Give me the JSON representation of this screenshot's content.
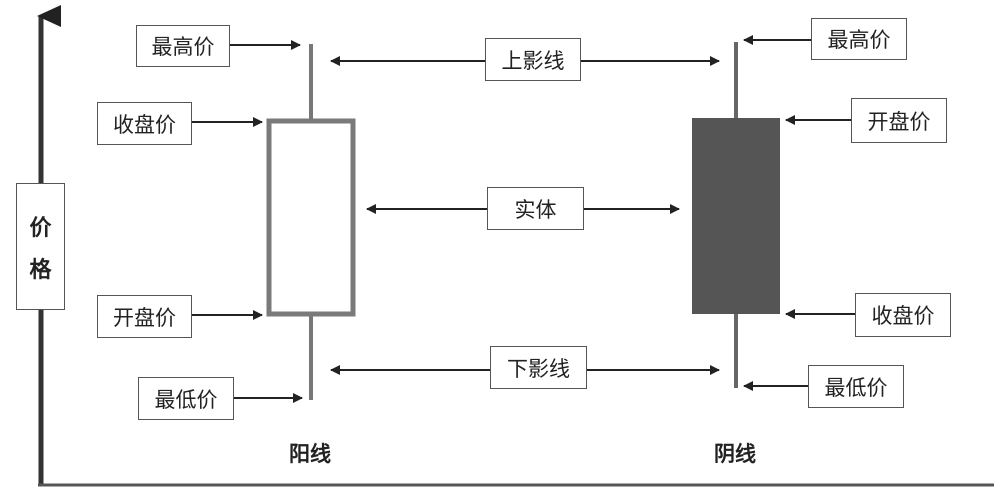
{
  "axis": {
    "label_top": "价",
    "label_bottom": "格"
  },
  "bullish": {
    "high_label": "最高价",
    "close_label": "收盘价",
    "open_label": "开盘价",
    "low_label": "最低价",
    "caption": "阳线"
  },
  "bearish": {
    "high_label": "最高价",
    "open_label": "开盘价",
    "close_label": "收盘价",
    "low_label": "最低价",
    "caption": "阴线"
  },
  "middle": {
    "upper_shadow_label": "上影线",
    "body_label": "实体",
    "lower_shadow_label": "下影线"
  },
  "colors": {
    "bullish_body_fill": "#ffffff",
    "bullish_body_stroke": "#7a7a7a",
    "bearish_body_fill": "#555555",
    "axis": "#333333",
    "line": "#444444"
  }
}
